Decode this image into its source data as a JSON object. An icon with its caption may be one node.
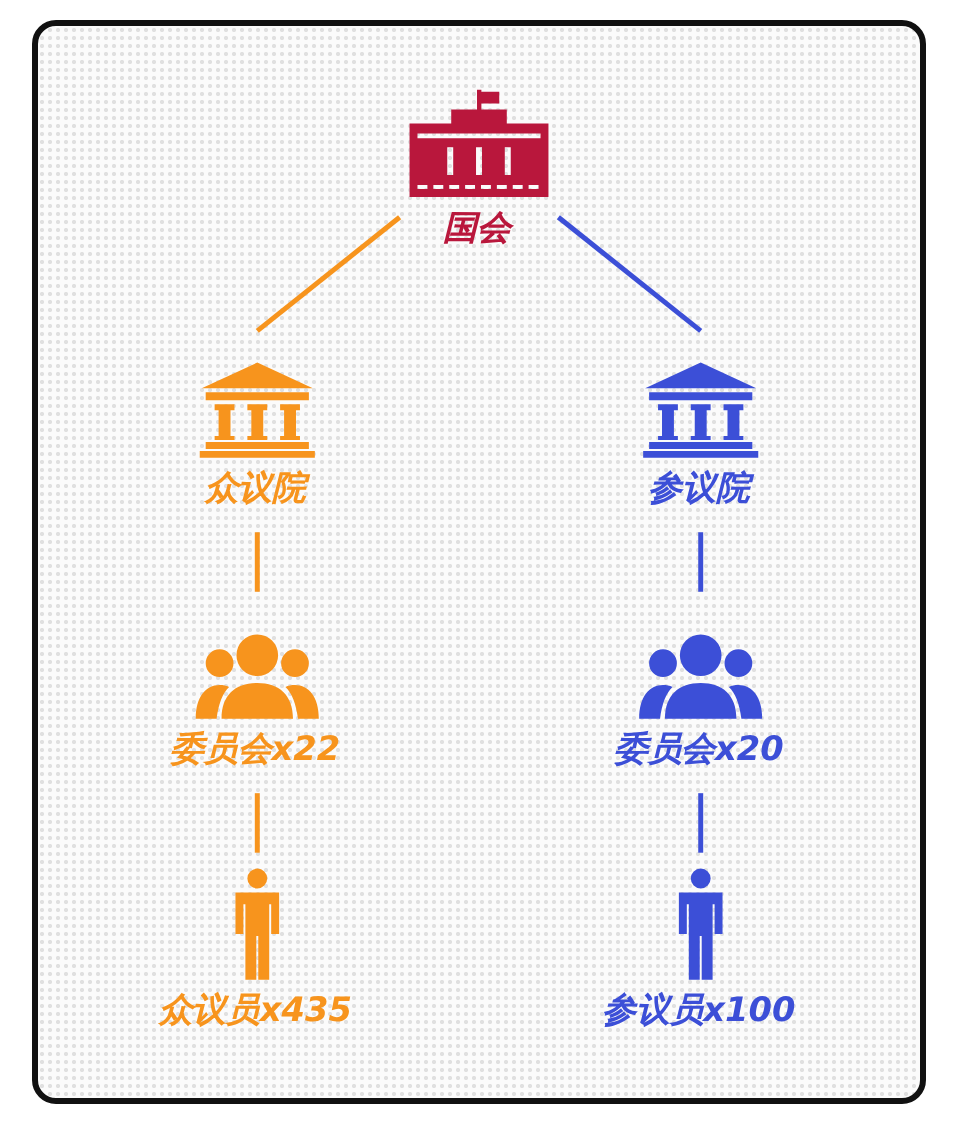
{
  "diagram": {
    "nodes": [
      {
        "text": [
          "国会"
        ]
      },
      {
        "text": [
          "众议院"
        ]
      },
      {
        "text": [
          "参议院"
        ]
      },
      {
        "text": [
          "委员会x22"
        ]
      },
      {
        "text": [
          "委员会x20"
        ]
      },
      {
        "text": [
          "众议员x435"
        ]
      },
      {
        "text": [
          "参议员x100"
        ]
      }
    ],
    "edges": [
      {
        "from": 0,
        "to": 1,
        "arrow": "none",
        "color": "#f7941d"
      },
      {
        "from": 0,
        "to": 2,
        "arrow": "none",
        "color": "#3c4fd7"
      },
      {
        "from": 1,
        "to": 3,
        "arrow": "none",
        "color": "#f7941d"
      },
      {
        "from": 2,
        "to": 4,
        "arrow": "none",
        "color": "#3c4fd7"
      },
      {
        "from": 3,
        "to": 5,
        "arrow": "none",
        "color": "#f7941d"
      },
      {
        "from": 4,
        "to": 6,
        "arrow": "none",
        "color": "#3c4fd7"
      }
    ]
  }
}
